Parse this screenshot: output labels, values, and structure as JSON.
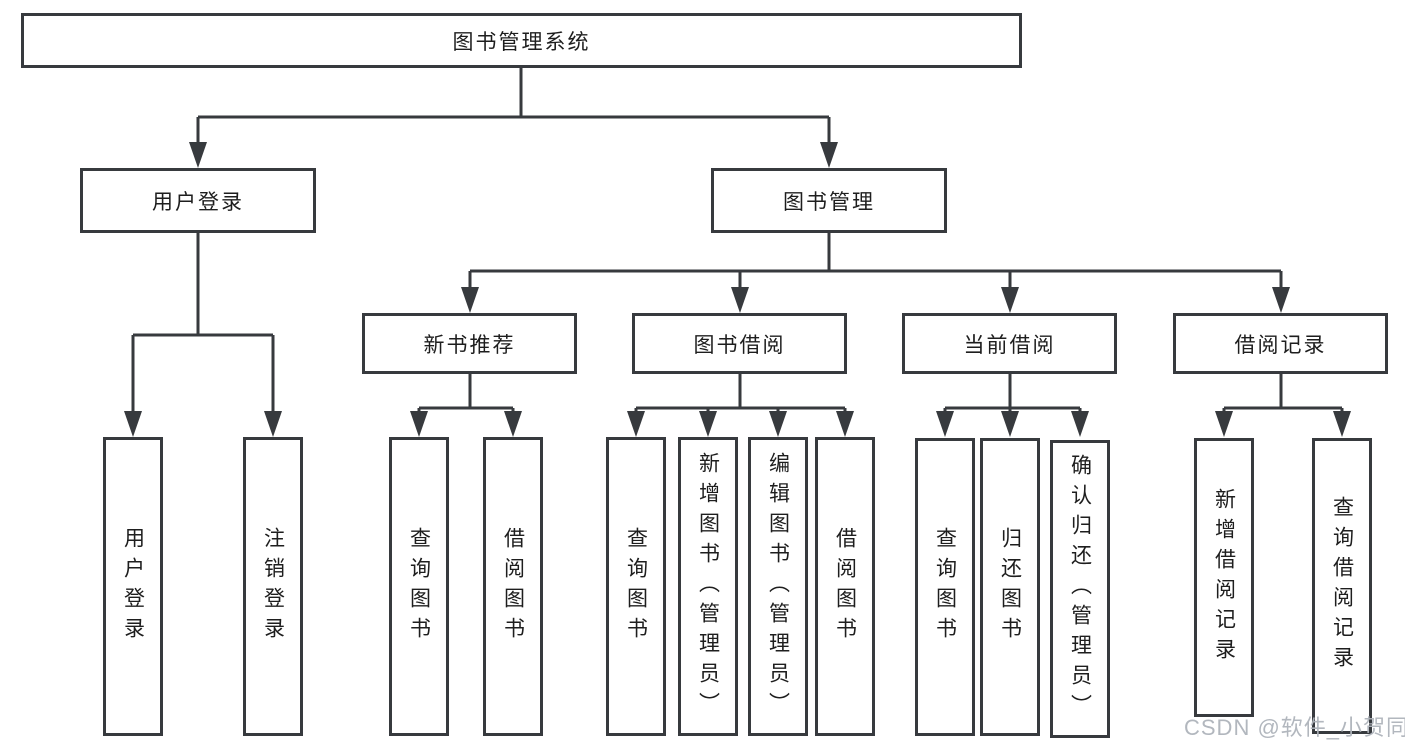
{
  "diagram": {
    "title": "图书管理系统",
    "watermark": "CSDN @软件_小贺同学",
    "colors": {
      "line": "#373a3e",
      "border": "#373a3e",
      "text": "#1e1e1e",
      "background": "#ffffff",
      "watermark": "#aeb3ba"
    },
    "root": {
      "label": "图书管理系统"
    },
    "level2": [
      {
        "label": "用户登录"
      },
      {
        "label": "图书管理"
      }
    ],
    "level3": [
      {
        "label": "新书推荐"
      },
      {
        "label": "图书借阅"
      },
      {
        "label": "当前借阅"
      },
      {
        "label": "借阅记录"
      }
    ],
    "leaves": {
      "user_login": [
        {
          "label": "用户登录"
        },
        {
          "label": "注销登录"
        }
      ],
      "new_book": [
        {
          "label": "查询图书"
        },
        {
          "label": "借阅图书"
        }
      ],
      "book_borrow": [
        {
          "label": "查询图书"
        },
        {
          "label": "新增图书（管理员）"
        },
        {
          "label": "编辑图书（管理员）"
        },
        {
          "label": "借阅图书"
        }
      ],
      "current_borrow": [
        {
          "label": "查询图书"
        },
        {
          "label": "归还图书"
        },
        {
          "label": "确认归还（管理员）"
        }
      ],
      "borrow_record": [
        {
          "label": "新增借阅记录"
        },
        {
          "label": "查询借阅记录"
        }
      ]
    }
  }
}
